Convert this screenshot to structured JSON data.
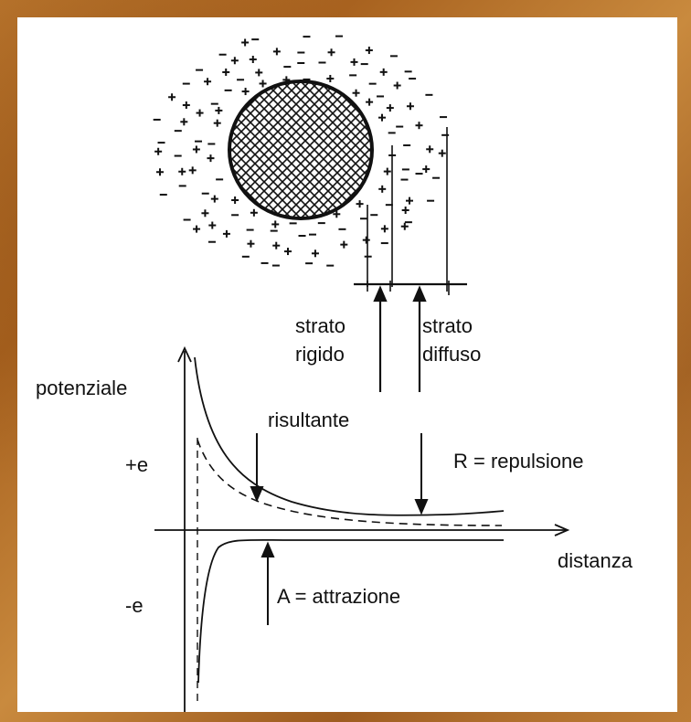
{
  "labels": {
    "strato_rigido_1": "strato",
    "strato_rigido_2": "rigido",
    "strato_diffuso_1": "strato",
    "strato_diffuso_2": "diffuso",
    "potenziale": "potenziale",
    "risultante": "risultante",
    "plus_e": "+e",
    "minus_e": "-e",
    "repulsione": "R = repulsione",
    "distanza": "distanza",
    "attrazione": "A = attrazione"
  },
  "colors": {
    "ink": "#111111",
    "panel": "#ffffff",
    "frame": "#b06a26"
  }
}
